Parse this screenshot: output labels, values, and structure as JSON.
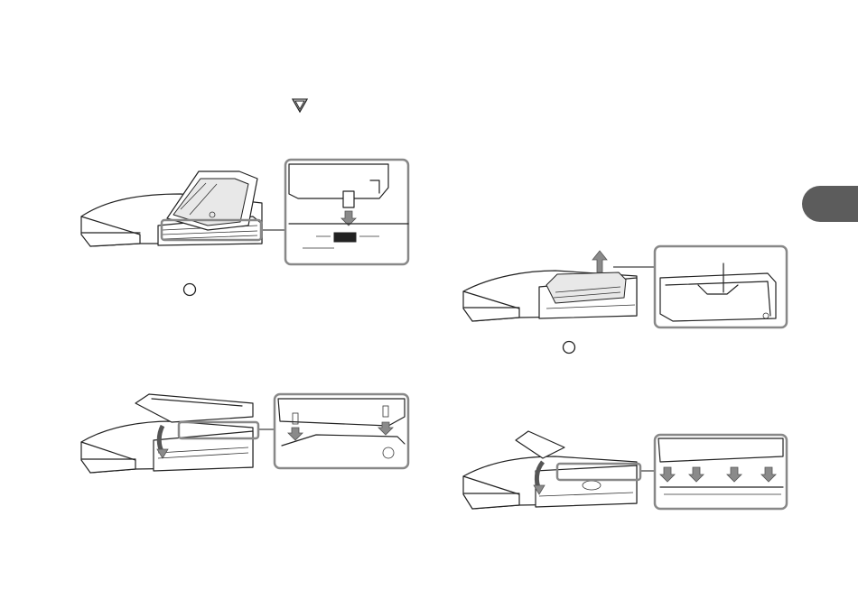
{
  "page": {
    "symbols": {
      "triangle": "▽",
      "circle": "○"
    },
    "colors": {
      "background": "#ffffff",
      "line": "#222222",
      "callout_border": "#888888",
      "tab_marker": "#5c5c5c",
      "arrow_fill": "#8a8a8a"
    }
  },
  "figures": [
    {
      "id": "figure-install-drive",
      "icon": "console-with-drive-icon"
    },
    {
      "id": "figure-remove-cover",
      "icon": "console-cover-lift-icon"
    },
    {
      "id": "figure-attach-cover-left",
      "icon": "console-cover-attach-icon"
    },
    {
      "id": "figure-attach-cover-right",
      "icon": "console-cover-attach-icon"
    }
  ]
}
